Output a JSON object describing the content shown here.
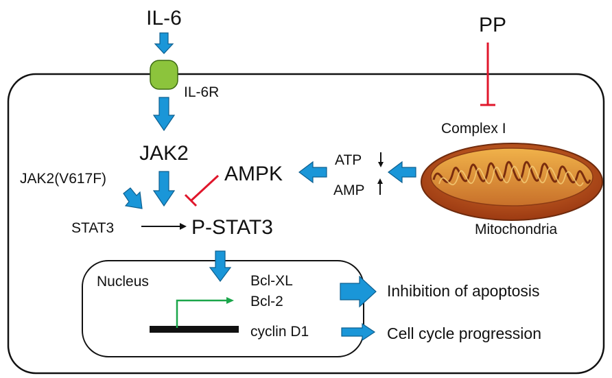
{
  "labels": {
    "il6": "IL-6",
    "il6r": "IL-6R",
    "pp": "PP",
    "complex1": "Complex I",
    "jak2": "JAK2",
    "jak2_mut": "JAK2(V617F)",
    "ampk": "AMPK",
    "atp": "ATP",
    "amp": "AMP",
    "stat3": "STAT3",
    "pstat3": "P-STAT3",
    "mitochondria": "Mitochondria",
    "nucleus": "Nucleus",
    "bclxl": "Bcl-XL",
    "bcl2": "Bcl-2",
    "cyclind1": "cyclin D1",
    "inhibition": "Inhibition of apoptosis",
    "cellcycle": "Cell cycle progression"
  },
  "colors": {
    "blue_arrow": "#1a96d8",
    "blue_arrow_stroke": "#0d5f8f",
    "inhibit_red": "#e0162b",
    "receptor_green": "#8cc43c",
    "transcription_green": "#1aa64a",
    "mito_outer": "#c2501f",
    "mito_inner": "#e39a3a"
  },
  "icons": {
    "receptor": "receptor-icon",
    "mitochondrion": "mitochondrion-icon",
    "gene": "gene-bar-icon"
  }
}
